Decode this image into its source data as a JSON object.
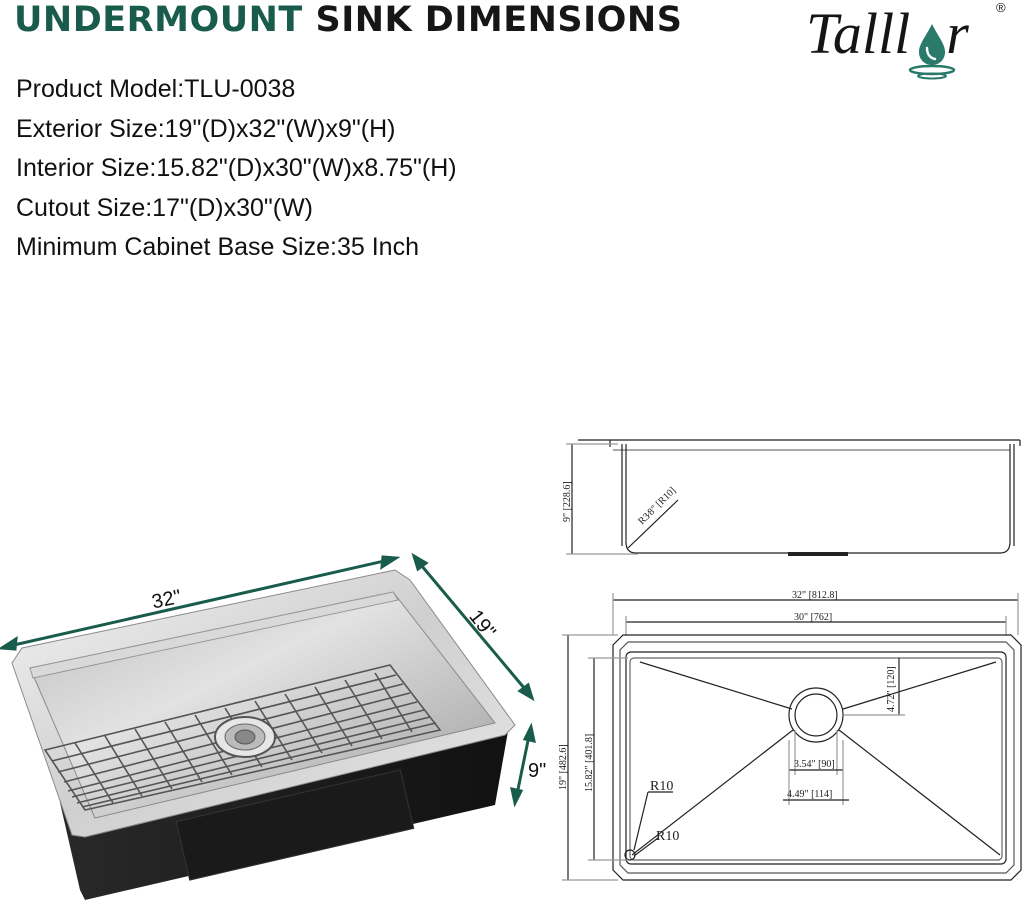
{
  "header": {
    "title_accent": "UNDERMOUNT",
    "title_rest": " SINK DIMENSIONS"
  },
  "brand": {
    "logo_text": "Talllor",
    "registered": "®",
    "accent_color": "#1a5c4c",
    "drop_color": "#2a7a6c"
  },
  "specs": [
    "Product Model:TLU-0038",
    "Exterior Size:19\"(D)x32\"(W)x9\"(H)",
    "Interior Size:15.82\"(D)x30\"(W)x8.75\"(H)",
    "Cutout Size:17\"(D)x30\"(W)",
    "Minimum Cabinet Base Size:35 Inch"
  ],
  "photo_dims": {
    "width": "32\"",
    "depth": "19\"",
    "height": "9\""
  },
  "side_view": {
    "height_label": "9\" [228.6]",
    "radius_label": "R3⁄8\" [R10]"
  },
  "top_view": {
    "overall_width": "32\" [812.8]",
    "interior_width": "30\" [762]",
    "overall_depth": "19\" [482.6]",
    "interior_depth": "15.82\" [401.8]",
    "drain_offset": "4.72\" [120]",
    "drain_diameter": "3.54\" [90]",
    "drain_flange": "4.49\" [114]",
    "radius_top": "R10",
    "radius_bottom": "R10"
  }
}
